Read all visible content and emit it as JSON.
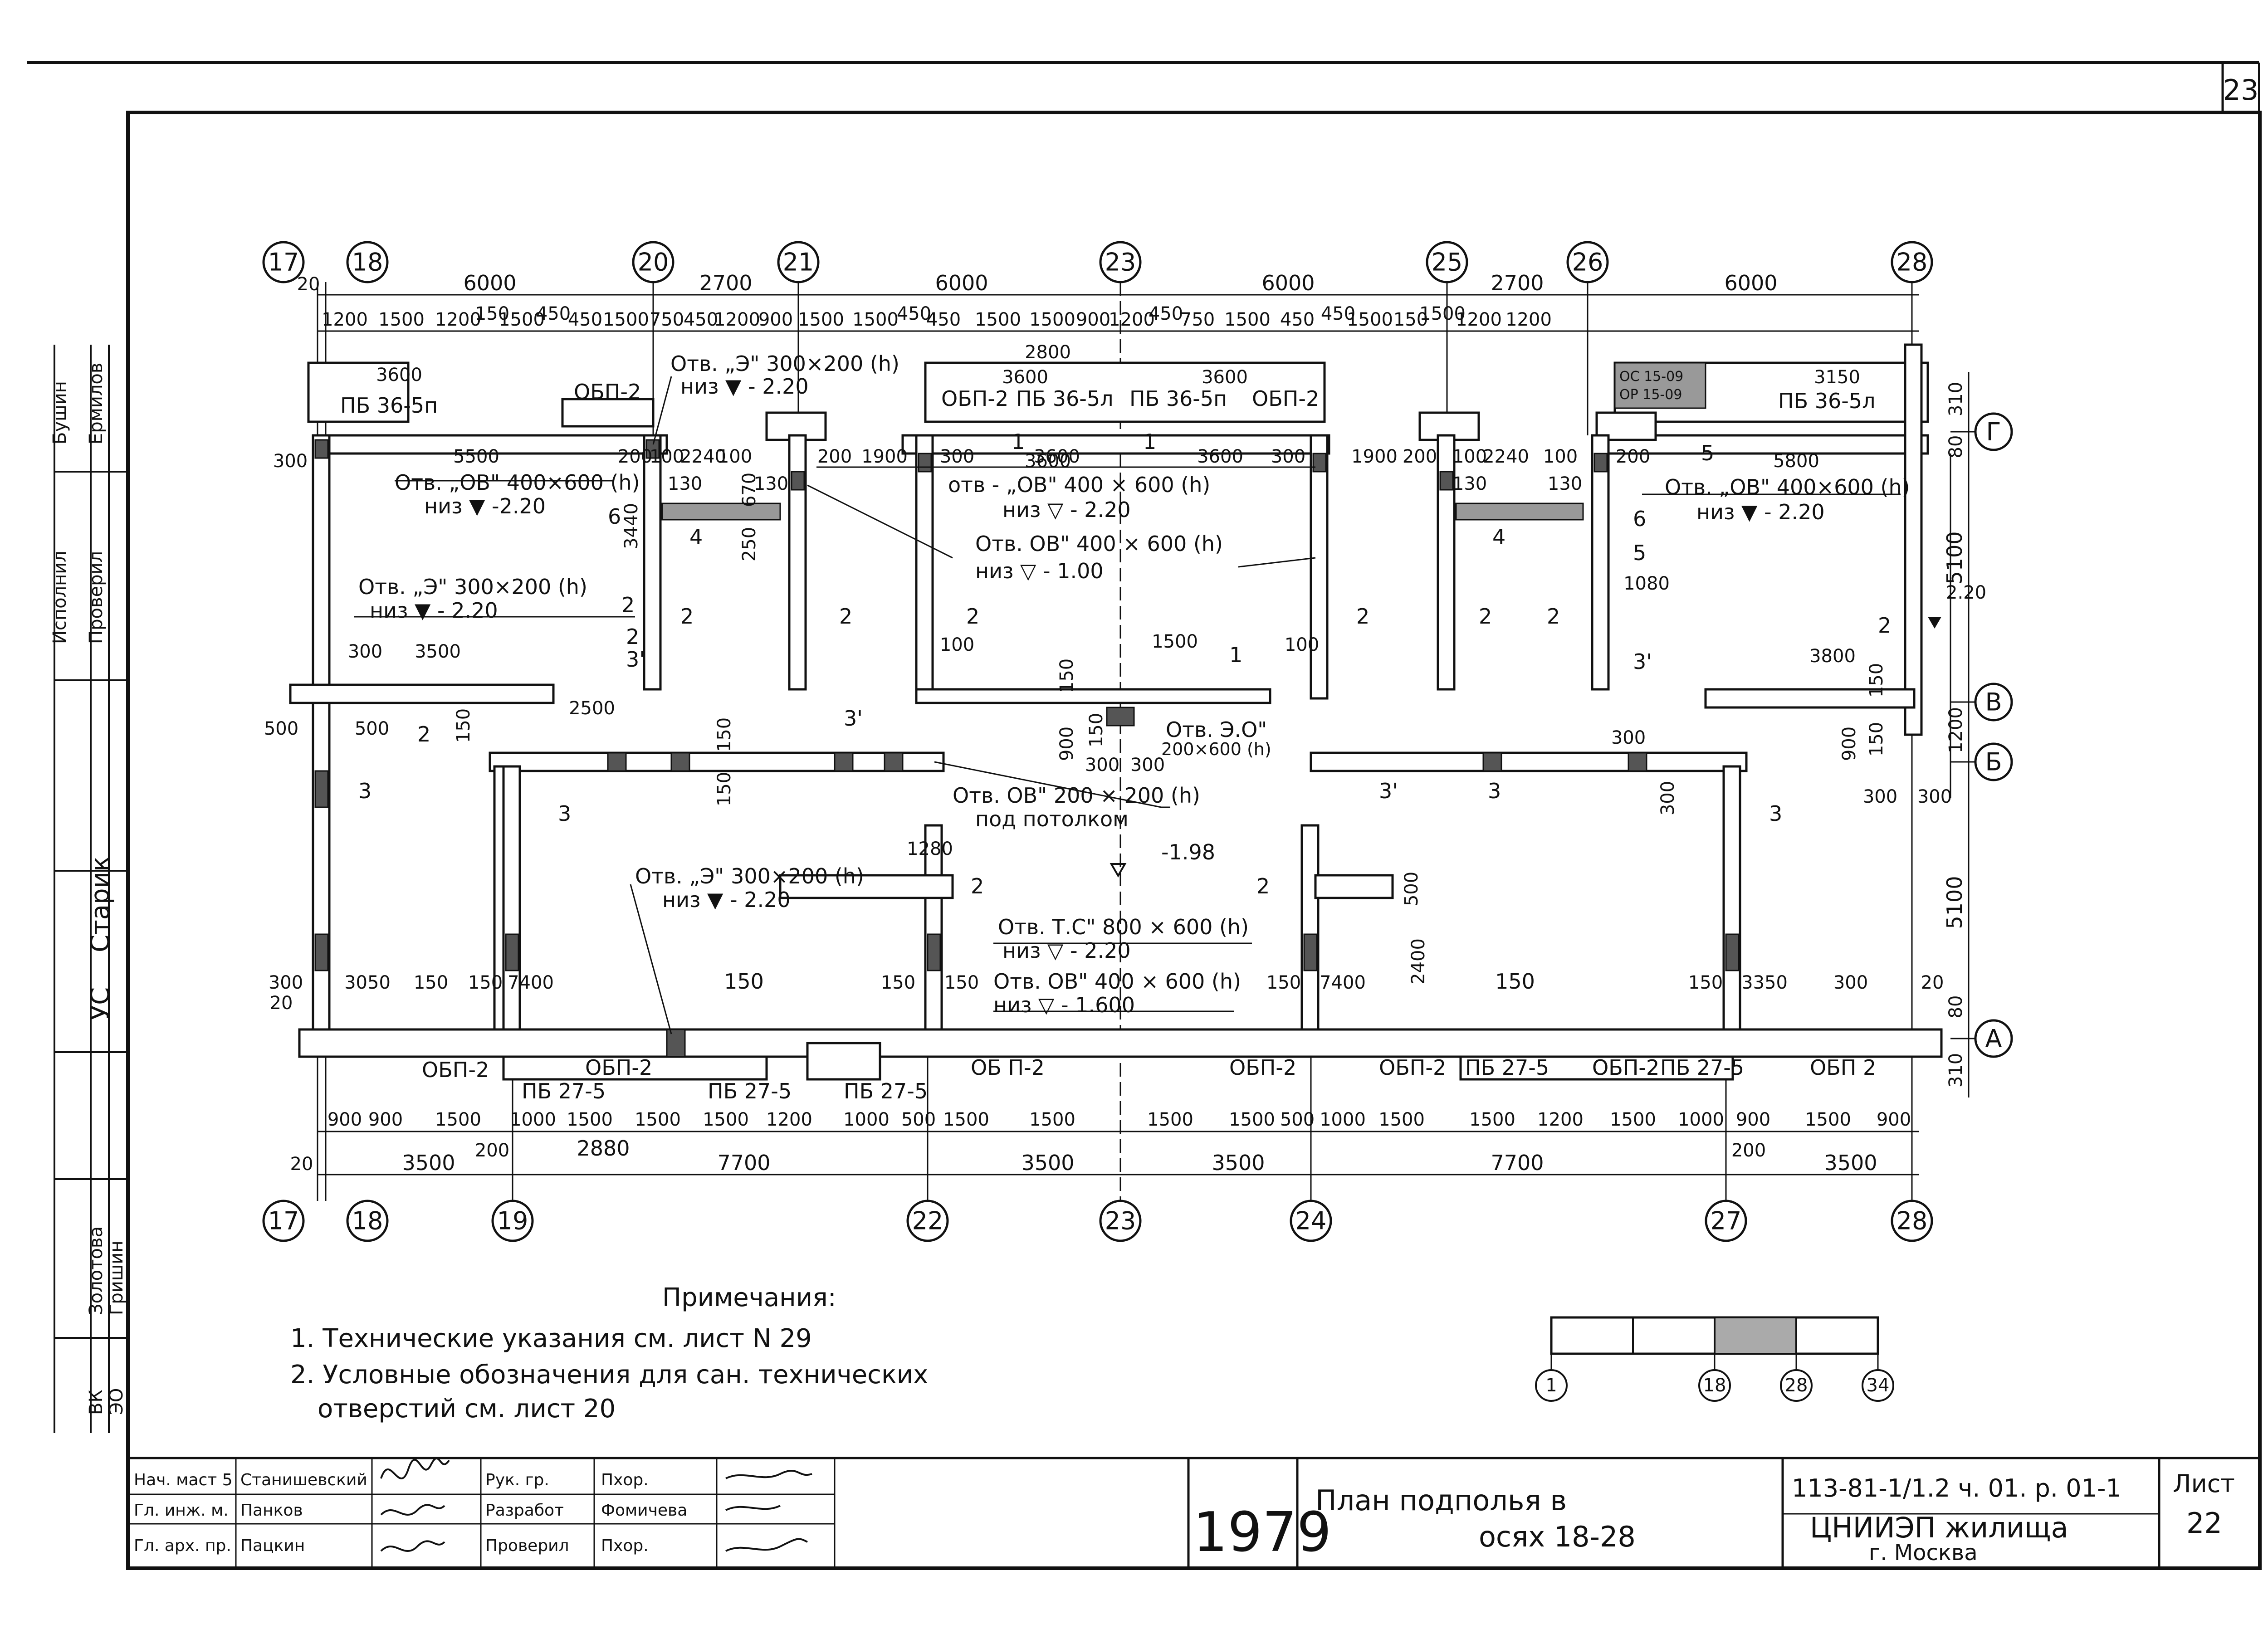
{
  "sheet_corner_number": "23",
  "grid_axes": {
    "top": [
      "17",
      "18",
      "20",
      "21",
      "23",
      "25",
      "26",
      "28"
    ],
    "bottom": [
      "17",
      "18",
      "19",
      "22",
      "23",
      "24",
      "27",
      "28"
    ],
    "rows": [
      "Г",
      "В",
      "Б",
      "A"
    ]
  },
  "top_dims_overall": [
    "20",
    "6000",
    "2700",
    "6000",
    "6000",
    "2700",
    "6000"
  ],
  "top_dims_detail": [
    "1200",
    "1500",
    "1200",
    "150",
    "1500",
    "450",
    "450",
    "1500",
    "750",
    "450",
    "1200",
    "900",
    "1500",
    "1500",
    "450",
    "450",
    "1500",
    "1500",
    "900",
    "1200",
    "450",
    "750",
    "1500",
    "450",
    "450",
    "1500",
    "150",
    "1500",
    "1200",
    "1200"
  ],
  "bottom_dims_detail": [
    "900",
    "900",
    "1500",
    "1000",
    "1500",
    "1500",
    "1500",
    "1200",
    "1000",
    "500",
    "1500",
    "1500",
    "1500",
    "1500",
    "500",
    "1000",
    "1500",
    "1500",
    "1200",
    "1500",
    "1000",
    "900",
    "1500",
    "900"
  ],
  "bottom_dims_overall": [
    "20",
    "3500",
    "200",
    "2880",
    "7700",
    "3500",
    "3500",
    "7700",
    "200",
    "3500"
  ],
  "right_dims": [
    "310",
    "80",
    "5100",
    "1200",
    "300",
    "300",
    "5100",
    "80",
    "310"
  ],
  "inner_dims": [
    "3600",
    "3600",
    "2800",
    "3600",
    "3600",
    "3150",
    "300",
    "5500",
    "200",
    "100",
    "2240",
    "100",
    "200",
    "1900",
    "300",
    "3600",
    "3600",
    "300",
    "1900",
    "200",
    "100",
    "2240",
    "100",
    "200",
    "5800",
    "130",
    "130",
    "130",
    "130",
    "3440",
    "250",
    "670",
    "300",
    "3500",
    "2500",
    "500",
    "500",
    "150",
    "150",
    "150",
    "900",
    "150",
    "300",
    "300",
    "1500",
    "100",
    "100",
    "150",
    "1080",
    "3800",
    "150",
    "900",
    "150",
    "300",
    "300",
    "1280",
    "500",
    "2400",
    "300",
    "3050",
    "150",
    "150",
    "7400",
    "150",
    "150",
    "150",
    "150",
    "7400",
    "150",
    "150",
    "3350",
    "300",
    "20",
    "20"
  ],
  "opening_notes": [
    "Отв. „Э\" 300×200 (h)",
    "низ ▼ - 2.20",
    "Отв. „ОВ\" 400×600 (h)",
    "низ ▼ -2.20",
    "Отв. „Э\" 300×200 (h)",
    "низ ▼ - 2.20",
    "отв - „ОВ\" 400 × 600 (h)",
    "низ ▽ - 2.20",
    "Отв. ОВ\" 400 × 600 (h)",
    "низ ▽ - 1.00",
    "Отв. „ОВ\" 400×600 (h)",
    "низ ▼ - 2.20",
    "Отв. Э.О\"",
    "200×600 (h)",
    "Отв. ОВ\" 200 × 200 (h)",
    "под потолком",
    "Отв. „Э\" 300×200 (h)",
    "низ ▼ - 2.20",
    "Отв. Т.С\" 800 × 600 (h)",
    "низ ▽ - 2.20",
    "Отв. ОВ\" 400 × 600 (h)",
    "низ ▽ - 1.600"
  ],
  "levels": [
    "-1.98",
    "2.20"
  ],
  "element_marks": {
    "beams": [
      "ПБ 36-5п",
      "ОБП-2",
      "ОБП-2",
      "ПБ 36-5л",
      "ПБ 36-5п",
      "ОБП-2",
      "ПБ 36-5л",
      "ОБП-2",
      "ОБП-2",
      "ОБП-2",
      "ПБ 27-5",
      "ПБ 27-5",
      "ПБ 27-5",
      "ОБ П-2",
      "ОБП-2",
      "ОБП-2",
      "ПБ 27-5",
      "ОБП-2",
      "ПБ 27-5",
      "ОБП 2"
    ],
    "lintels": [
      "ОС 15-09",
      "ОР 15-09"
    ],
    "positions": [
      "1",
      "1",
      "1",
      "2",
      "2",
      "2",
      "2",
      "2",
      "2",
      "2",
      "2",
      "2",
      "2",
      "2",
      "3",
      "3",
      "3",
      "3'",
      "3'",
      "3'",
      "3'",
      "4",
      "4",
      "5",
      "5",
      "6",
      "6"
    ]
  },
  "notes": {
    "heading": "Примечания:",
    "items": [
      "1. Технические указания см. лист N 29",
      "2. Условные обозначения для сан. технических",
      "отверстий см. лист 20"
    ]
  },
  "key_plan_markers": [
    "1",
    "18",
    "28",
    "34"
  ],
  "left_strip": {
    "names": [
      "Бушин",
      "Ермилов",
      "Исполнил",
      "Проверил",
      "Старик",
      "УС",
      "Золотова",
      "Гришин",
      "ВК",
      "ЭО"
    ]
  },
  "title_block": {
    "roles": [
      {
        "role": "Нач. маст 5",
        "name": "Станишевский"
      },
      {
        "role": "Гл. инж. м.",
        "name": "Панков"
      },
      {
        "role": "Гл. арх. пр.",
        "name": "Пацкин"
      }
    ],
    "roles2": [
      {
        "role": "Рук. гр.",
        "name": "Пхор."
      },
      {
        "role": "Разработ",
        "name": "Фомичева"
      },
      {
        "role": "Проверил",
        "name": "Пхор."
      }
    ],
    "year": "1979",
    "title_line1": "План подполья в",
    "title_line2": "осях 18-28",
    "code": "113-81-1/1.2 ч. 01. р. 01-1",
    "org": "ЦНИИЭП жилища",
    "city": "г. Москва",
    "sheet_label": "Лист",
    "sheet_number": "22"
  }
}
